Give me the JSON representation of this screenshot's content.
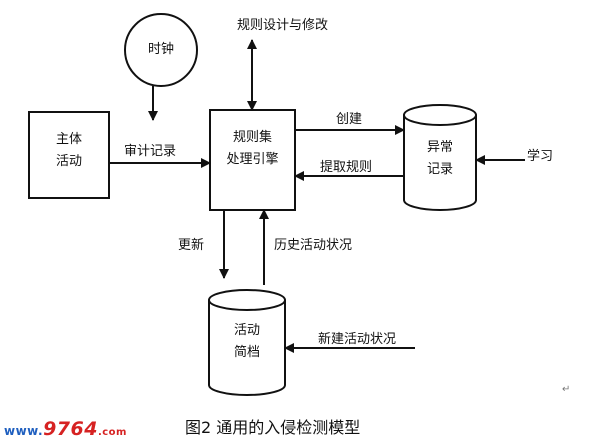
{
  "nodes": {
    "subject": {
      "line1": "主体",
      "line2": "活动"
    },
    "clock": {
      "label": "时钟"
    },
    "engine": {
      "line1": "规则集",
      "line2": "处理引擎"
    },
    "anomaly": {
      "line1": "异常",
      "line2": "记录"
    },
    "profile": {
      "line1": "活动",
      "line2": "简档"
    }
  },
  "edges": {
    "audit": "审计记录",
    "rule_design": "规则设计与修改",
    "create": "创建",
    "extract": "提取规则",
    "learn": "学习",
    "update": "更新",
    "history": "历史活动状况",
    "new_activity": "新建活动状况"
  },
  "footer": {
    "watermark_www": "www.",
    "watermark_num": "9764",
    "watermark_com": ".com",
    "caption": "图2   通用的入侵检测模型",
    "return_mark": "↵"
  },
  "colors": {
    "stroke": "#111111",
    "watermark_blue": "#1f5fbf",
    "watermark_red": "#d62222"
  }
}
